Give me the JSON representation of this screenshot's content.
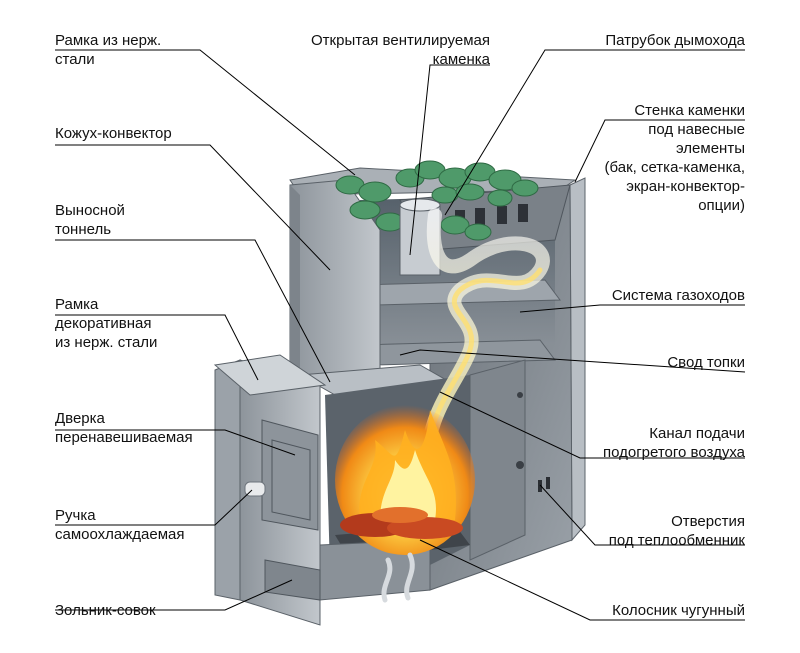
{
  "labels": {
    "frame_steel": [
      "Рамка из нерж.",
      "стали"
    ],
    "convector": [
      "Кожух-конвектор"
    ],
    "tunnel": [
      "Выносной",
      "тоннель"
    ],
    "decor_frame": [
      "Рамка",
      "декоративная",
      "из нерж. стали"
    ],
    "door": [
      "Дверка",
      "перенавешиваемая"
    ],
    "handle": [
      "Ручка",
      "самоохлаждаемая"
    ],
    "ash_pan": [
      "Зольник-совок"
    ],
    "open_stones": [
      "Открытая вентилируемая",
      "каменка"
    ],
    "chimney": [
      "Патрубок дымохода"
    ],
    "stone_wall": [
      "Стенка каменки",
      "под навесные",
      "элементы",
      "(бак, сетка-каменка,",
      "экран-конвектор-",
      "опции)"
    ],
    "gas_system": [
      "Система газоходов"
    ],
    "firebox_arch": [
      "Свод топки"
    ],
    "air_channel": [
      "Канал подачи",
      "подогретого воздуха"
    ],
    "heat_holes": [
      "Отверстия",
      "под теплообменник"
    ],
    "grate": [
      "Колосник чугунный"
    ]
  },
  "colors": {
    "steel_dark": "#6d747c",
    "steel_mid": "#9aa1a8",
    "steel_light": "#c9ced3",
    "stones": "#4f9a6a",
    "flame_core": "#fff6b0",
    "flame_outer": "#f39a1a",
    "embers": "#c23a1a",
    "leader_line": "#000000"
  }
}
